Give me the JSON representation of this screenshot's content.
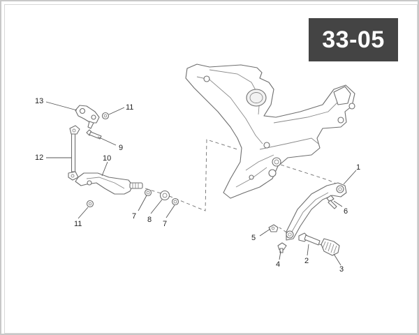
{
  "page_code": "33-05",
  "callouts": [
    {
      "id": "c1",
      "text": "1"
    },
    {
      "id": "c2",
      "text": "2"
    },
    {
      "id": "c3",
      "text": "3"
    },
    {
      "id": "c4",
      "text": "4"
    },
    {
      "id": "c5",
      "text": "5"
    },
    {
      "id": "c6",
      "text": "6"
    },
    {
      "id": "c7a",
      "text": "7"
    },
    {
      "id": "c7b",
      "text": "7"
    },
    {
      "id": "c8",
      "text": "8"
    },
    {
      "id": "c9",
      "text": "9"
    },
    {
      "id": "c10",
      "text": "10"
    },
    {
      "id": "c11a",
      "text": "11"
    },
    {
      "id": "c11b",
      "text": "11"
    },
    {
      "id": "c12",
      "text": "12"
    },
    {
      "id": "c13",
      "text": "13"
    }
  ]
}
